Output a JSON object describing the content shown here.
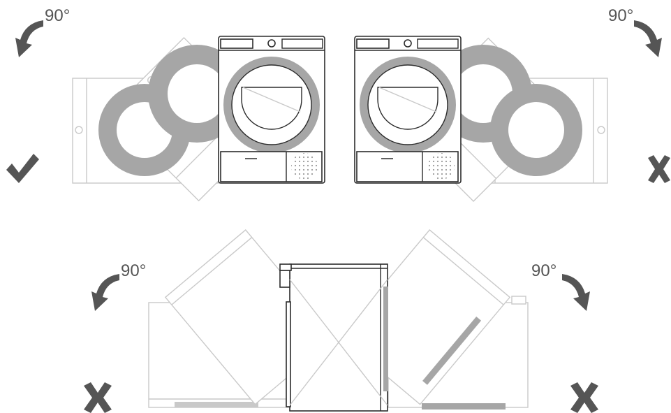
{
  "colors": {
    "arrow": "#555555",
    "check": "#555555",
    "cross": "#555555",
    "drum": "#a6a6a6",
    "outline": "#2b2b2b",
    "ghost": "#c9c9c9"
  },
  "panels": [
    {
      "id": "front-tilt-left",
      "angle_label": "90°",
      "direction": "counterclockwise",
      "verdict": "allowed",
      "verdict_icon": "check-icon"
    },
    {
      "id": "front-tilt-right",
      "angle_label": "90°",
      "direction": "clockwise",
      "verdict": "not-allowed",
      "verdict_icon": "cross-icon"
    },
    {
      "id": "side-tilt-left",
      "angle_label": "90°",
      "direction": "counterclockwise",
      "verdict": "not-allowed",
      "verdict_icon": "cross-icon"
    },
    {
      "id": "side-tilt-right",
      "angle_label": "90°",
      "direction": "clockwise",
      "verdict": "not-allowed",
      "verdict_icon": "cross-icon"
    }
  ]
}
